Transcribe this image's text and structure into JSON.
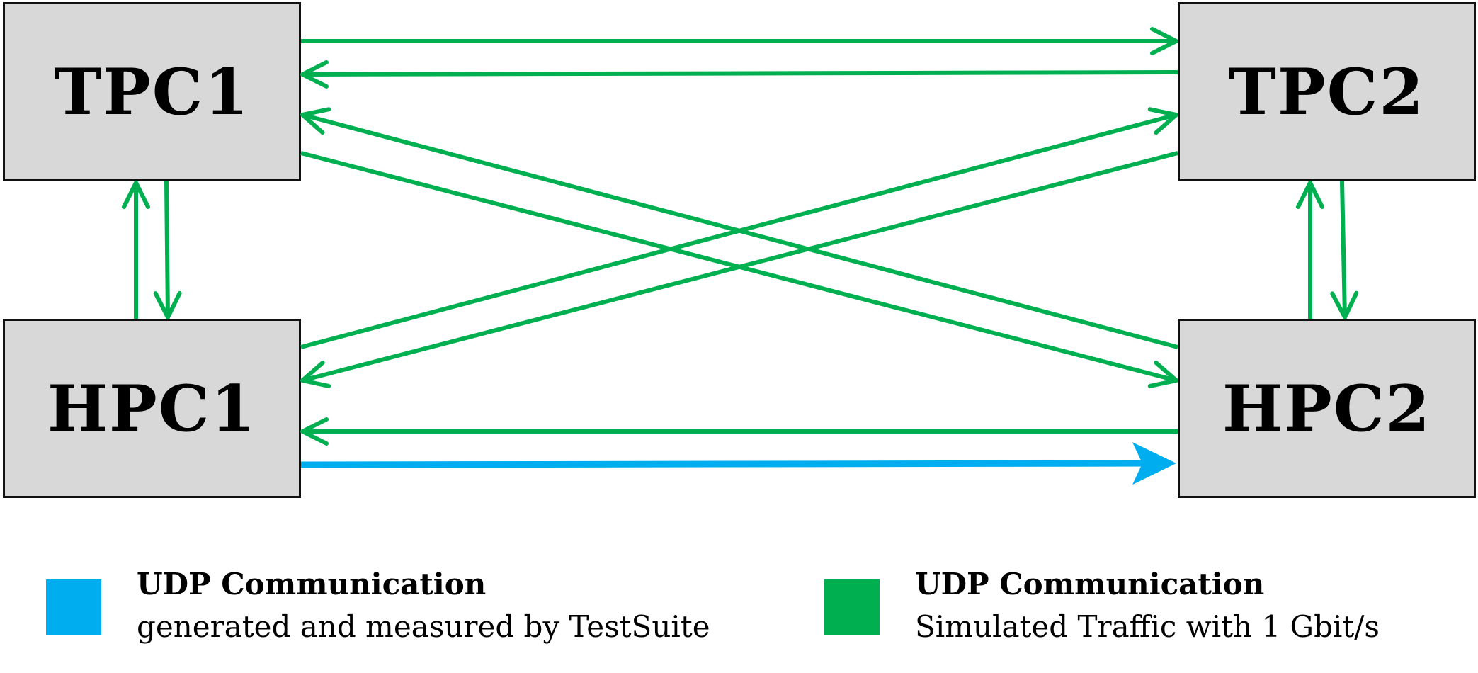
{
  "nodes": {
    "tpc1": "TPC1",
    "tpc2": "TPC2",
    "hpc1": "HPC1",
    "hpc2": "HPC2"
  },
  "colors": {
    "measured": "#00aeef",
    "simulated": "#00b050",
    "node_fill": "#d8d8d8"
  },
  "edges": [
    {
      "from": "TPC1",
      "to": "TPC2",
      "kind": "simulated"
    },
    {
      "from": "TPC2",
      "to": "TPC1",
      "kind": "simulated"
    },
    {
      "from": "HPC2",
      "to": "TPC1",
      "kind": "simulated"
    },
    {
      "from": "TPC1",
      "to": "HPC2",
      "kind": "simulated"
    },
    {
      "from": "HPC1",
      "to": "TPC2",
      "kind": "simulated"
    },
    {
      "from": "TPC2",
      "to": "HPC1",
      "kind": "simulated"
    },
    {
      "from": "HPC1",
      "to": "TPC1",
      "kind": "simulated"
    },
    {
      "from": "TPC1",
      "to": "HPC1",
      "kind": "simulated"
    },
    {
      "from": "HPC2",
      "to": "TPC2",
      "kind": "simulated"
    },
    {
      "from": "TPC2",
      "to": "HPC2",
      "kind": "simulated"
    },
    {
      "from": "HPC2",
      "to": "HPC1",
      "kind": "simulated"
    },
    {
      "from": "HPC1",
      "to": "HPC2",
      "kind": "measured"
    }
  ],
  "legend": [
    {
      "title": "UDP Communication",
      "desc": "generated and measured by TestSuite",
      "color": "#00aeef"
    },
    {
      "title": "UDP Communication",
      "desc": "Simulated Traffic with 1 Gbit/s",
      "color": "#00b050"
    }
  ]
}
